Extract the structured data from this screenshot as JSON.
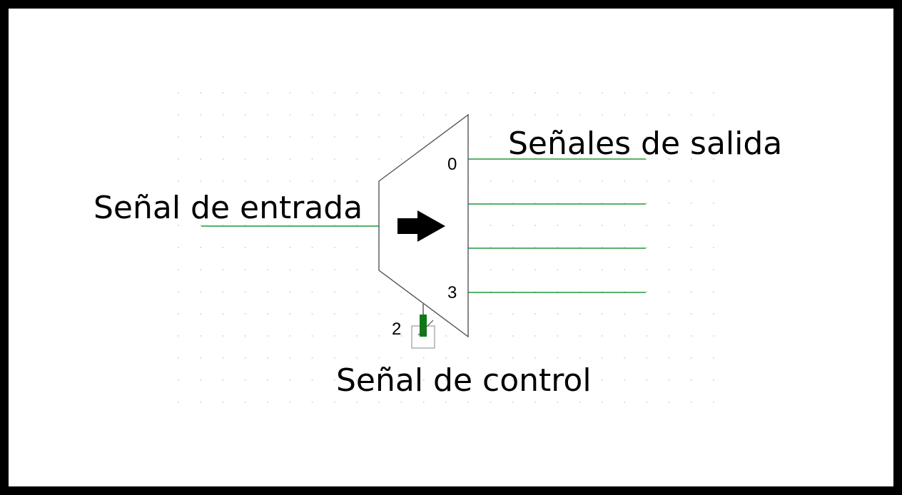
{
  "labels": {
    "input": "Señal de entrada",
    "outputs": "Señales de salida",
    "control": "Señal de control"
  },
  "pins": {
    "first_output": "0",
    "last_output": "3",
    "control_bits": "2"
  },
  "colors": {
    "wire": "#1e9a3a",
    "control_pin": "#0a7a16",
    "outline": "#555555",
    "arrow": "#000000",
    "grid_dot": "#c8c8c8"
  },
  "icons": {
    "direction": "right-arrow-icon"
  }
}
